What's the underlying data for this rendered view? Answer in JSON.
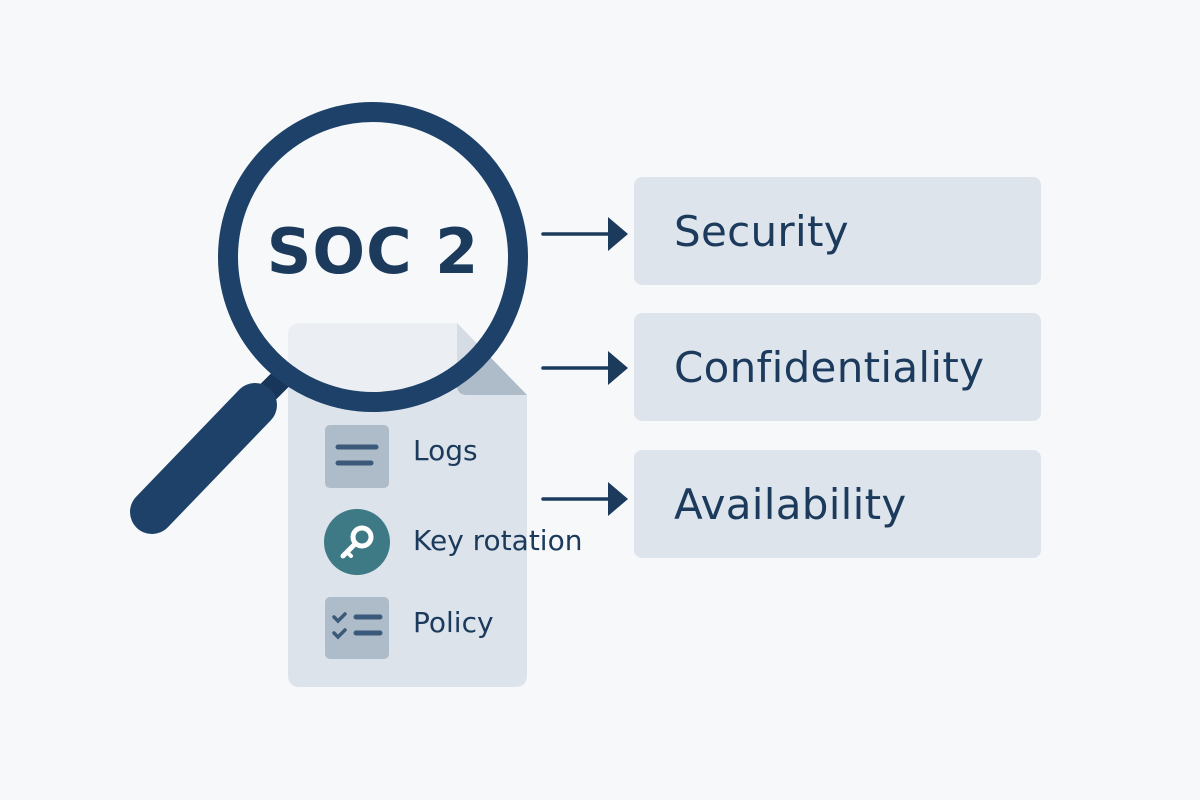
{
  "magnifier": {
    "label": "SOC 2"
  },
  "document": {
    "items": [
      {
        "label": "Logs",
        "icon": "list-icon"
      },
      {
        "label": "Key rotation",
        "icon": "key-icon"
      },
      {
        "label": "Policy",
        "icon": "checklist-icon"
      }
    ]
  },
  "criteria": [
    {
      "label": "Security"
    },
    {
      "label": "Confidentiality"
    },
    {
      "label": "Availability"
    }
  ],
  "colors": {
    "primary": "#1b3a5c",
    "box": "#dde4ec",
    "teal": "#3d7a85",
    "icon_tile": "#aebbc9",
    "background": "#f7f8f9"
  }
}
